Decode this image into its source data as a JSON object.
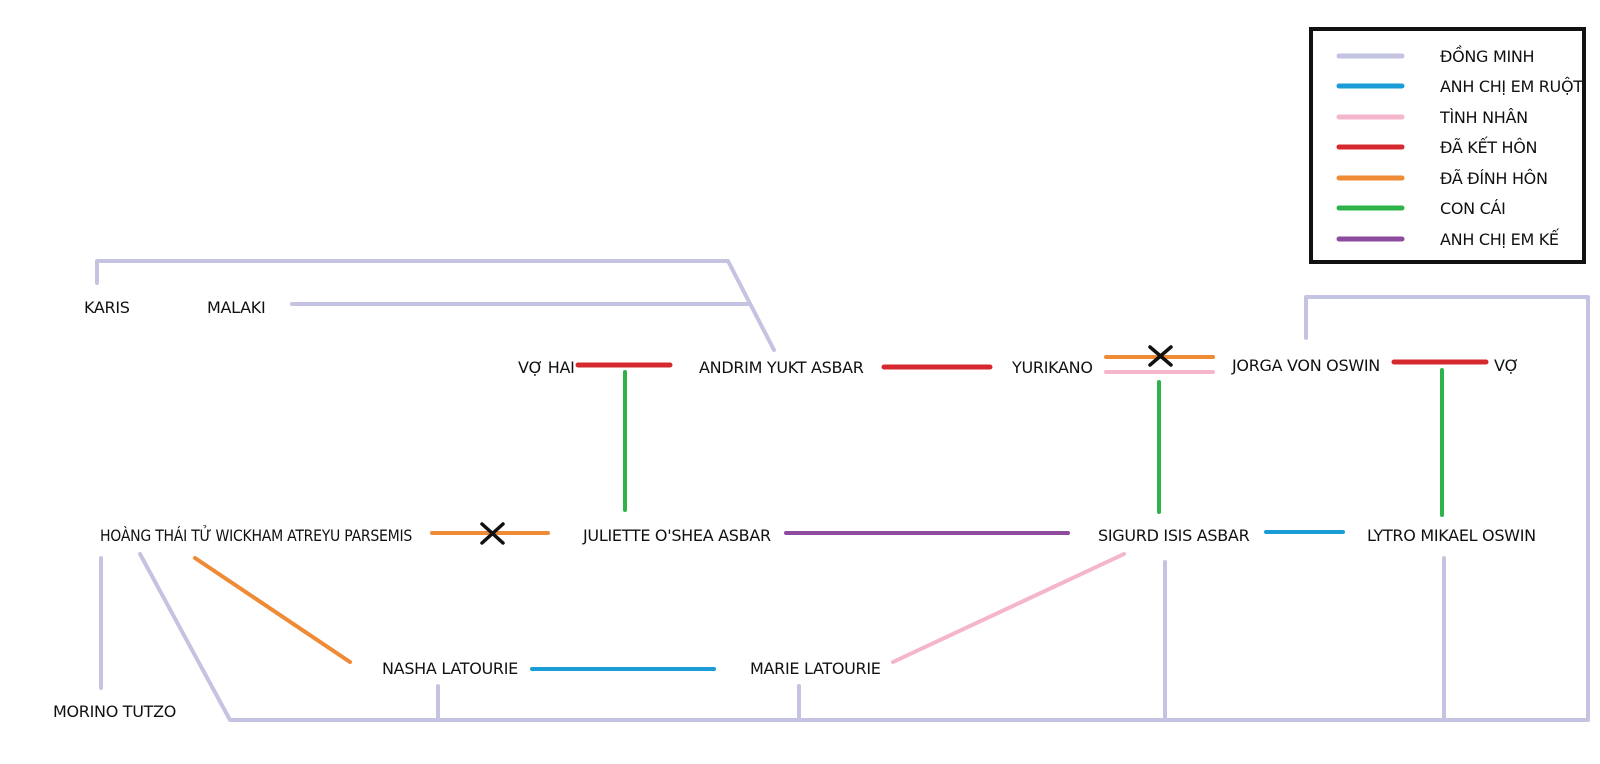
{
  "colors": {
    "ally": "#c5c3e2",
    "sibling": "#1a9dd6",
    "lover": "#f4b5cd",
    "married": "#d6282f",
    "engaged": "#ef8a35",
    "child": "#2db34a",
    "step_sibling": "#8e4b9e",
    "text": "#111111",
    "legend_border": "#111111"
  },
  "legend": {
    "items": [
      {
        "key": "ally",
        "label": "ĐỒNG MINH"
      },
      {
        "key": "sibling",
        "label": "ANH CHỊ EM RUỘT"
      },
      {
        "key": "lover",
        "label": "TÌNH NHÂN"
      },
      {
        "key": "married",
        "label": "ĐÃ KẾT HÔN"
      },
      {
        "key": "engaged",
        "label": "ĐÃ ĐÍNH HÔN"
      },
      {
        "key": "child",
        "label": "CON CÁI"
      },
      {
        "key": "step_sibling",
        "label": "ANH CHỊ EM KẾ"
      }
    ]
  },
  "people": [
    {
      "id": "karis",
      "name": "KARIS"
    },
    {
      "id": "malaki",
      "name": "MALAKI"
    },
    {
      "id": "vo-hai",
      "name": "VỢ HAI"
    },
    {
      "id": "andrim",
      "name": "ANDRIM YUKT ASBAR"
    },
    {
      "id": "yurikano",
      "name": "YURIKANO"
    },
    {
      "id": "jorga",
      "name": "JORGA VON OSWIN"
    },
    {
      "id": "vo",
      "name": "VỢ"
    },
    {
      "id": "wickham",
      "name": "HOÀNG THÁI TỬ WICKHAM ATREYU PARSEMIS"
    },
    {
      "id": "juliette",
      "name": "JULIETTE O'SHEA ASBAR"
    },
    {
      "id": "sigurd",
      "name": "SIGURD ISIS ASBAR"
    },
    {
      "id": "lytro",
      "name": "LYTRO MIKAEL OSWIN"
    },
    {
      "id": "nasha",
      "name": "NASHA LATOURIE"
    },
    {
      "id": "marie",
      "name": "MARIE LATOURIE"
    },
    {
      "id": "morino",
      "name": "MORINO TUTZO"
    }
  ],
  "relationships": [
    {
      "id": "karis-andrim",
      "type": "ally",
      "from": "karis",
      "to": "andrim"
    },
    {
      "id": "malaki-andrim",
      "type": "ally",
      "from": "malaki",
      "to": "andrim"
    },
    {
      "id": "vohai-andrim",
      "type": "married",
      "from": "vo-hai",
      "to": "andrim"
    },
    {
      "id": "andrim-yurikano",
      "type": "married",
      "from": "andrim",
      "to": "yurikano"
    },
    {
      "id": "yurikano-jorga-engaged",
      "type": "engaged",
      "from": "yurikano",
      "to": "jorga",
      "ended": true
    },
    {
      "id": "yurikano-jorga-lover",
      "type": "lover",
      "from": "yurikano",
      "to": "jorga"
    },
    {
      "id": "jorga-vo",
      "type": "married",
      "from": "jorga",
      "to": "vo"
    },
    {
      "id": "juliette-parents",
      "type": "child",
      "from": "juliette",
      "to": "vohai-andrim"
    },
    {
      "id": "sigurd-parents",
      "type": "child",
      "from": "sigurd",
      "to": "yurikano-jorga"
    },
    {
      "id": "lytro-parents",
      "type": "child",
      "from": "lytro",
      "to": "jorga-vo"
    },
    {
      "id": "wickham-juliette",
      "type": "engaged",
      "from": "wickham",
      "to": "juliette",
      "ended": true
    },
    {
      "id": "juliette-sigurd",
      "type": "step_sibling",
      "from": "juliette",
      "to": "sigurd"
    },
    {
      "id": "sigurd-lytro",
      "type": "sibling",
      "from": "sigurd",
      "to": "lytro"
    },
    {
      "id": "wickham-nasha",
      "type": "engaged",
      "from": "wickham",
      "to": "nasha"
    },
    {
      "id": "nasha-marie",
      "type": "sibling",
      "from": "nasha",
      "to": "marie"
    },
    {
      "id": "sigurd-marie",
      "type": "lover",
      "from": "sigurd",
      "to": "marie"
    },
    {
      "id": "wickham-morino",
      "type": "ally",
      "from": "wickham",
      "to": "morino"
    },
    {
      "id": "alliance-bus",
      "type": "ally",
      "members": [
        "wickham",
        "nasha",
        "marie",
        "sigurd",
        "lytro",
        "jorga"
      ]
    }
  ]
}
